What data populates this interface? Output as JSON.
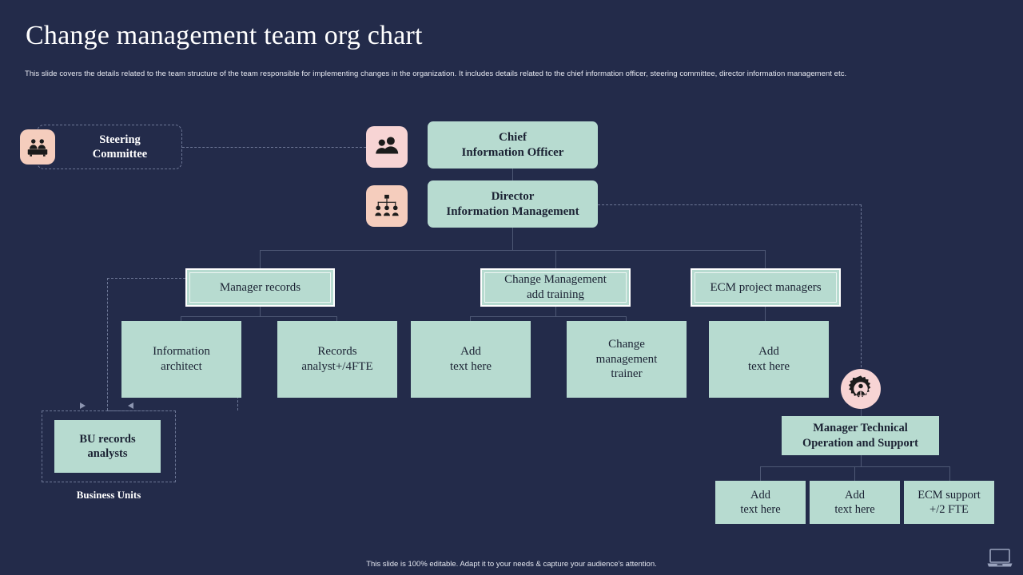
{
  "slide": {
    "title": "Change management team org chart",
    "subtitle": "This slide covers the details related to the team structure of the team responsible for implementing  changes in the organization. It includes details related to the chief information officer, steering committee, director information management etc.",
    "footer": "This slide is 100% editable. Adapt it to your needs & capture your audience's attention."
  },
  "colors": {
    "background": "#232b4a",
    "node_fill": "#b7dbd0",
    "node_text": "#1b2233",
    "icon_pink": "#f7d4d4",
    "icon_peach": "#f5cdbd",
    "connector": "#4e5875",
    "dashed_connector": "#6d7796",
    "title_text": "#ffffff"
  },
  "org": {
    "steering_committee": {
      "label": "Steering\nCommittee",
      "icon": "committee-people-icon"
    },
    "chief_information_officer": {
      "label": "Chief\nInformation Officer",
      "icon": "two-people-icon"
    },
    "director_information_management": {
      "label": "Director\nInformation Management",
      "icon": "hierarchy-icon"
    },
    "managers": [
      {
        "label": "Manager records"
      },
      {
        "label": "Change Management\nadd training"
      },
      {
        "label": "ECM project managers"
      }
    ],
    "staff": [
      {
        "label": "Information\narchitect"
      },
      {
        "label": "Records\nanalyst+/4FTE"
      },
      {
        "label": "Add\ntext here"
      },
      {
        "label": "Change\nmanagement\ntrainer"
      },
      {
        "label": "Add\ntext here"
      }
    ],
    "business_units": {
      "node_label": "BU records\nanalysts",
      "caption": "Business Units"
    },
    "technical_support": {
      "icon": "gear-person-icon",
      "label": "Manager Technical\nOperation and Support",
      "children": [
        {
          "label": "Add\ntext here"
        },
        {
          "label": "Add\ntext here"
        },
        {
          "label": "ECM support\n+/2 FTE"
        }
      ]
    }
  },
  "branding": {
    "laptop_icon": "laptop-icon"
  }
}
